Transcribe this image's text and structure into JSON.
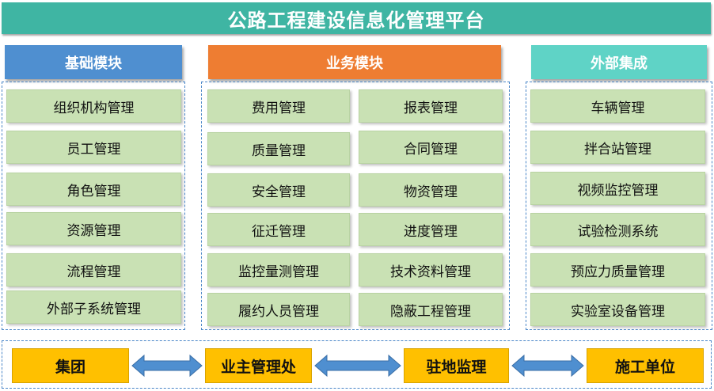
{
  "title": "公路工程建设信息化管理平台",
  "sections": {
    "basic": {
      "header": "基础模块",
      "items": [
        "组织机构管理",
        "员工管理",
        "角色管理",
        "资源管理",
        "流程管理",
        "外部子系统管理"
      ]
    },
    "business": {
      "header": "业务模块",
      "left_items": [
        "费用管理",
        "质量管理",
        "安全管理",
        "征迁管理",
        "监控量测管理",
        "履约人员管理"
      ],
      "right_items": [
        "报表管理",
        "合同管理",
        "物资管理",
        "进度管理",
        "技术资料管理",
        "隐蔽工程管理"
      ]
    },
    "external": {
      "header": "外部集成",
      "items": [
        "车辆管理",
        "拌合站管理",
        "视频监控管理",
        "试验检测系统",
        "预应力质量管理",
        "实验室设备管理"
      ]
    }
  },
  "organizations": [
    "集团",
    "业主管理处",
    "驻地监理",
    "施工单位"
  ],
  "colors": {
    "title_bg": "#3fb5a3",
    "basic_header": "#4f8fd0",
    "business_header": "#ee7d32",
    "external_header": "#5fd3c6",
    "module_fill": "#c9e1b4",
    "org_fill": "#ffc000",
    "arrow_fill": "#4f8fd0"
  }
}
